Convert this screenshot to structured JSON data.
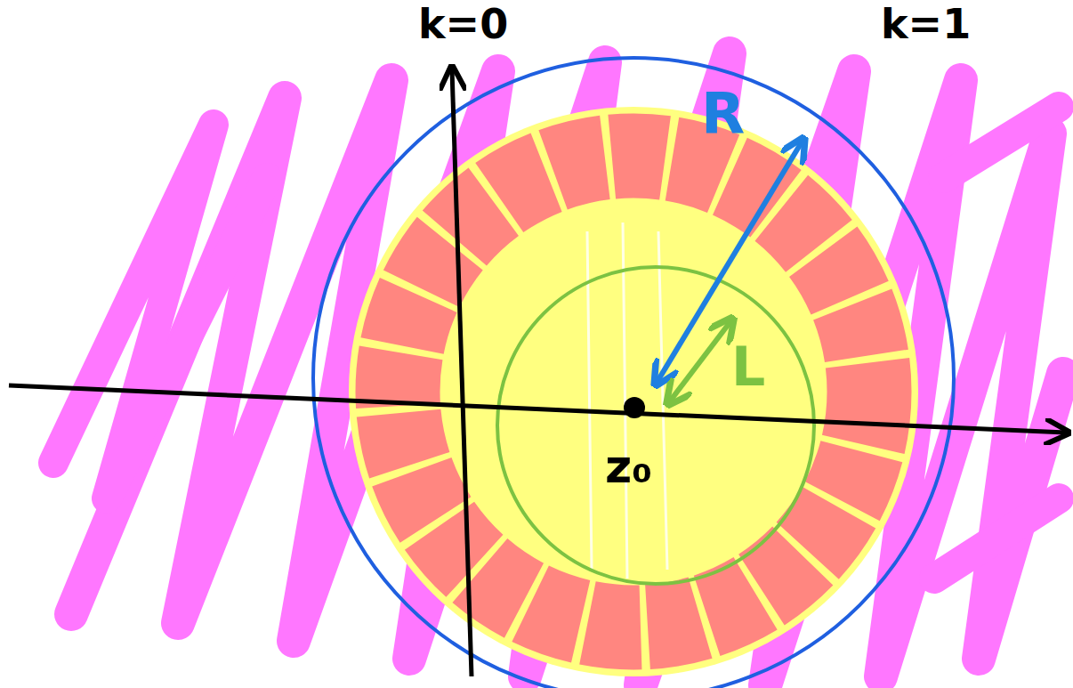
{
  "diagram": {
    "labels": [
      "k=0",
      "k=1",
      "R",
      "L",
      "z₀"
    ]
  }
}
